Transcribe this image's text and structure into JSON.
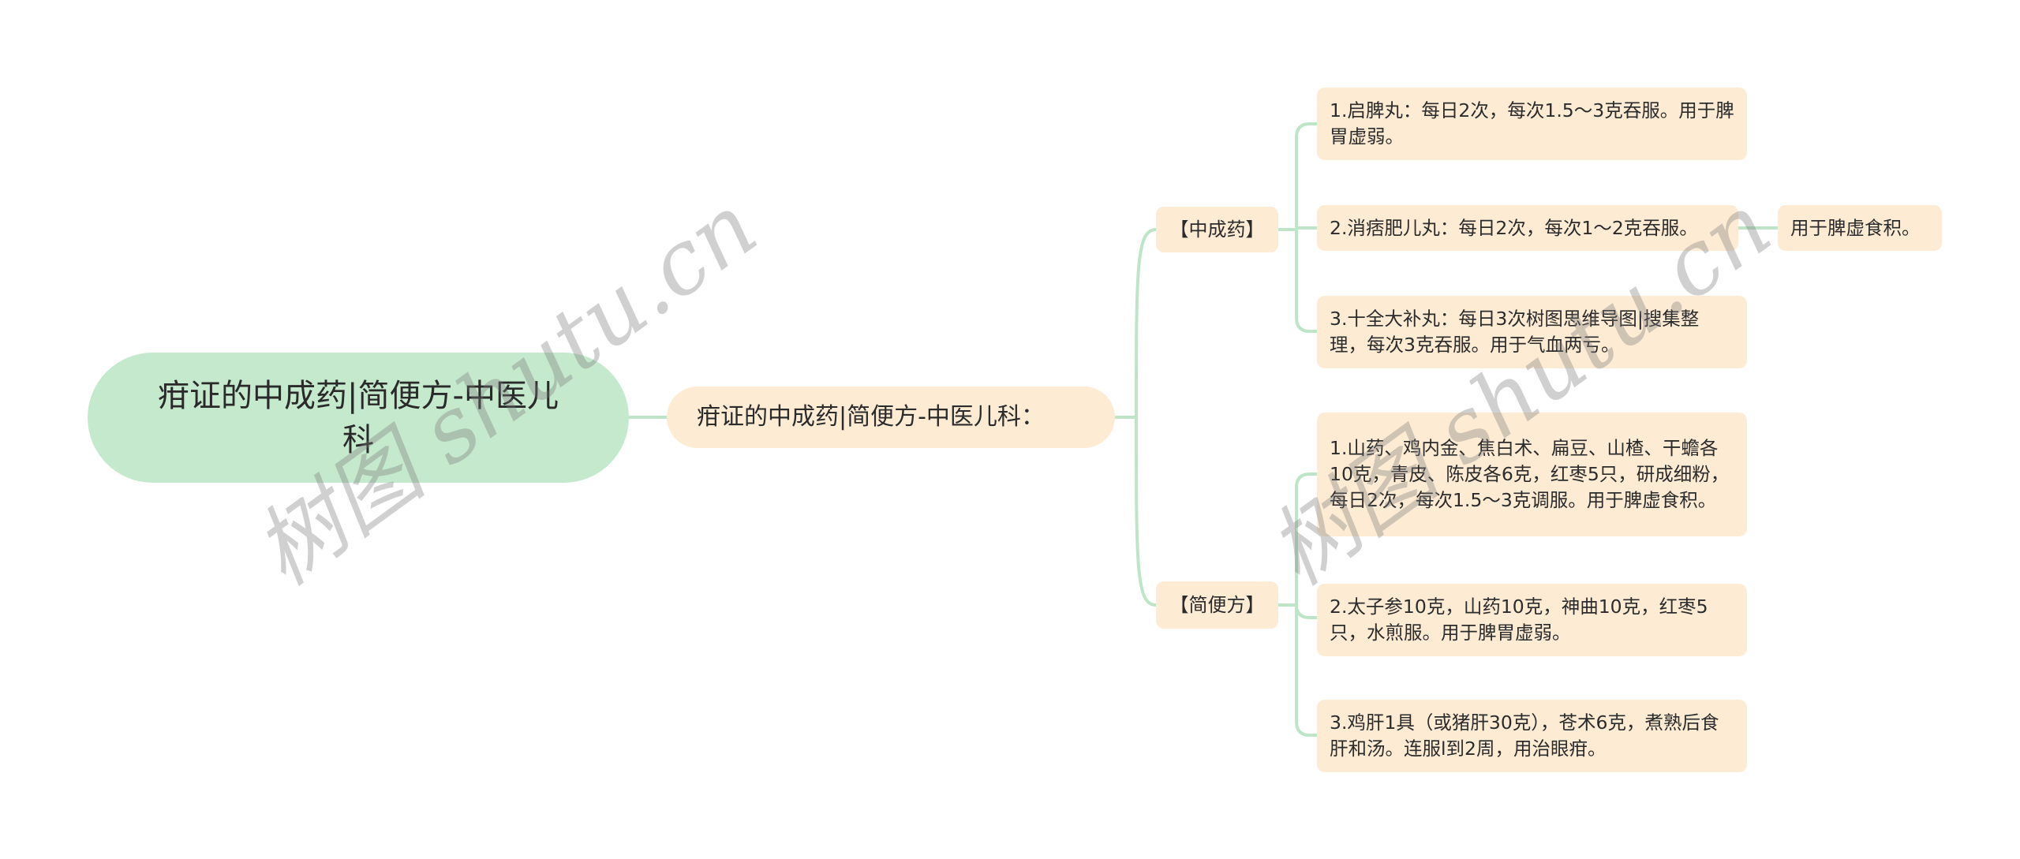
{
  "mindmap": {
    "root": {
      "label": "疳证的中成药|简便方-中医儿科"
    },
    "center": {
      "label": "疳证的中成药|简便方-中医儿科："
    },
    "branches": [
      {
        "label": "【中成药】",
        "children": [
          {
            "label": "1.启脾丸：每日2次，每次1.5～3克吞服。用于脾胃虚弱。"
          },
          {
            "label": "2.消痞肥儿丸：每日2次，每次1～2克吞服。",
            "children": [
              {
                "label": "用于脾虚食积。"
              }
            ]
          },
          {
            "label": "3.十全大补丸：每日3次树图思维导图|搜集整理，每次3克吞服。用于气血两亏。"
          }
        ]
      },
      {
        "label": "【简便方】",
        "children": [
          {
            "label": "1.山药、鸡内金、焦白术、扁豆、山楂、干蟾各10克，青皮、陈皮各6克，红枣5只，研成细粉，每日2次，每次1.5～3克调服。用于脾虚食积。"
          },
          {
            "label": "2.太子参10克，山药10克，神曲10克，红枣5只，水煎服。用于脾胃虚弱。"
          },
          {
            "label": "3.鸡肝1具（或猪肝30克），苍术6克，煮熟后食肝和汤。连服l到2周，用治眼疳。"
          }
        ]
      }
    ]
  },
  "watermarks": [
    "树图 shutu.cn",
    "树图 shutu.cn"
  ],
  "colors": {
    "root_fill": "#c5e9cc",
    "node_fill": "#fdebd4",
    "connector": "#bfe5c8",
    "text": "#2b2b2b",
    "watermark": "#9a9a9a"
  }
}
